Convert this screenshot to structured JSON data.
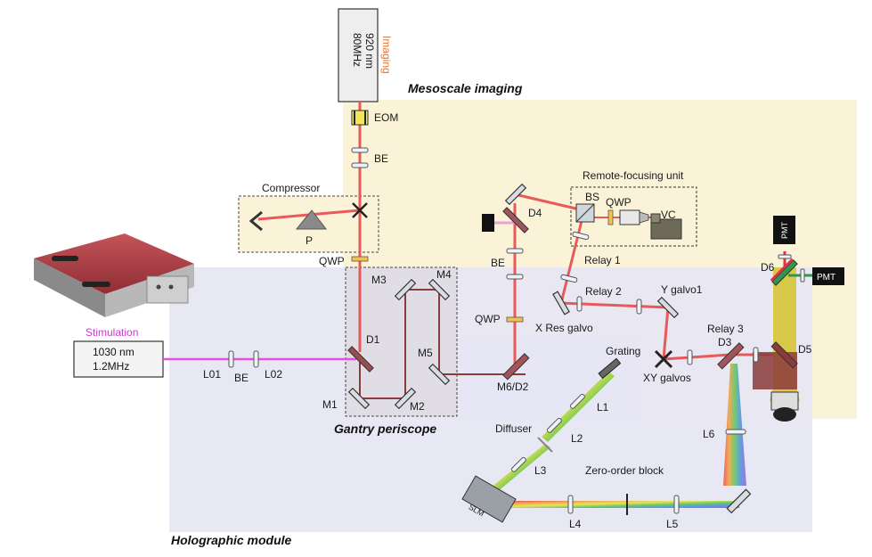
{
  "sections": {
    "mesoscale": "Mesoscale imaging",
    "holographic": "Holographic module",
    "gantry": "Gantry periscope",
    "compressor": "Compressor",
    "remote_focusing": "Remote-focusing unit"
  },
  "sources": {
    "imaging_title": "Imaging",
    "imaging_line1": "920 nm",
    "imaging_line2": "80MHz",
    "stimulation_title": "Stimulation",
    "stimulation_line1": "1030 nm",
    "stimulation_line2": "1.2MHz"
  },
  "labels": {
    "eom": "EOM",
    "be_top": "BE",
    "p": "P",
    "qwp_main": "QWP",
    "d1": "D1",
    "m1": "M1",
    "m2": "M2",
    "m3": "M3",
    "m4": "M4",
    "m5": "M5",
    "l01": "L01",
    "be_stim": "BE",
    "l02": "L02",
    "m6d2": "M6/D2",
    "qwp_mid": "QWP",
    "be_mid": "BE",
    "d4": "D4",
    "bs": "BS",
    "qwp_rf": "QWP",
    "vc": "VC",
    "relay1": "Relay 1",
    "relay2": "Relay 2",
    "relay3": "Relay 3",
    "x_res_galvo": "X Res galvo",
    "y_galvo1": "Y galvo1",
    "xy_galvos": "XY galvos",
    "d3": "D3",
    "d5": "D5",
    "d6": "D6",
    "pmt1": "PMT",
    "pmt2": "PMT",
    "grating": "Grating",
    "l1": "L1",
    "l2": "L2",
    "l3": "L3",
    "l4": "L4",
    "l5": "L5",
    "l6": "L6",
    "diffuser": "Diffuser",
    "zero_order": "Zero-order block",
    "slm": "SLM"
  },
  "colors": {
    "mesoscale_bg": "#fbf3d8",
    "holographic_bg": "#e6e6f4",
    "imaging_beam": "#e8595a",
    "stim_beam": "#e24ee6",
    "source_orange": "#e8742a",
    "stim_magenta": "#d633d6",
    "fluorescence": "#d9c94a"
  }
}
